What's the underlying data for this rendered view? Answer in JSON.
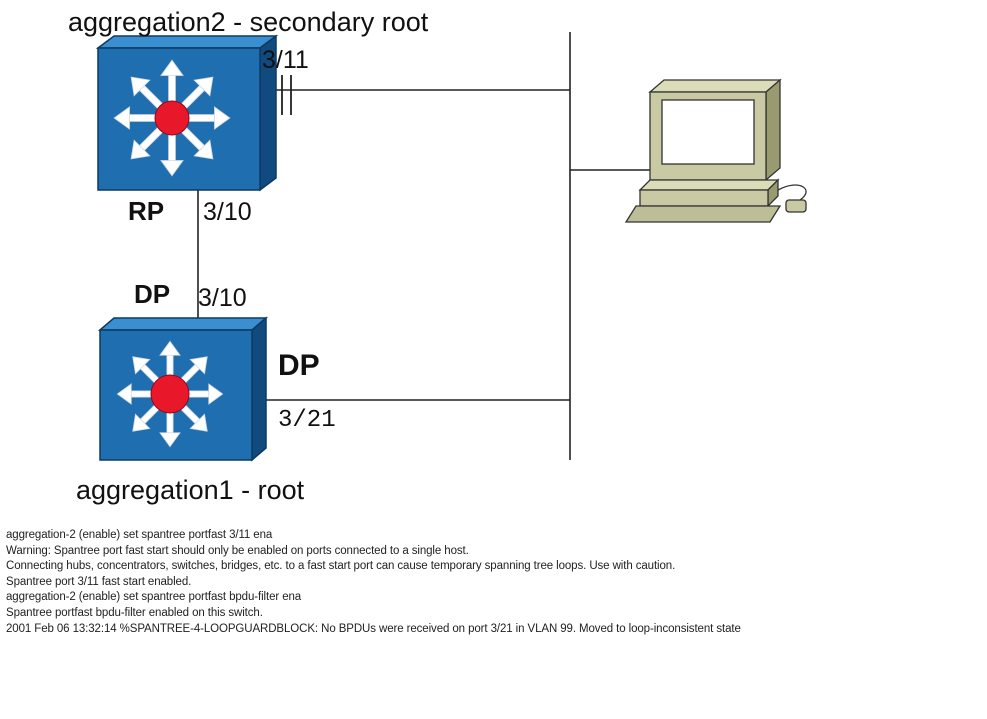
{
  "diagram": {
    "nodes": {
      "aggregation2": {
        "label": "aggregation2 - secondary root"
      },
      "aggregation1": {
        "label": "aggregation1 - root"
      }
    },
    "ports": {
      "agg2_3_11": "3/11",
      "agg2_3_10": "3/10",
      "agg1_3_10": "3/10",
      "agg1_3_21": "3/21"
    },
    "roles": {
      "agg2_uplink": "RP",
      "agg1_uplink": "DP",
      "agg1_access": "DP"
    },
    "colors": {
      "switch_face": "#1f6fb0",
      "switch_top": "#3a8fd0",
      "switch_side": "#104a7e",
      "switch_center": "#e8182a",
      "pc_body": "#c9c9a4",
      "pc_screen": "#ffffff"
    },
    "icons": [
      "switch-icon",
      "workstation-icon",
      "blocked-port-icon"
    ]
  },
  "console": {
    "lines": [
      "aggregation-2 (enable) set spantree portfast 3/11 ena",
      "Warning: Spantree port fast start should only be enabled on ports connected to a single host.",
      "Connecting hubs, concentrators, switches, bridges, etc. to a fast start port can cause temporary spanning tree loops.  Use with caution.",
      "Spantree port  3/11 fast start enabled.",
      "aggregation-2 (enable) set spantree portfast bpdu-filter ena",
      "Spantree portfast bpdu-filter enabled on this switch.",
      "2001 Feb 06 13:32:14 %SPANTREE-4-LOOPGUARDBLOCK: No BPDUs were received on port 3/21 in VLAN 99. Moved to loop-inconsistent state"
    ]
  }
}
